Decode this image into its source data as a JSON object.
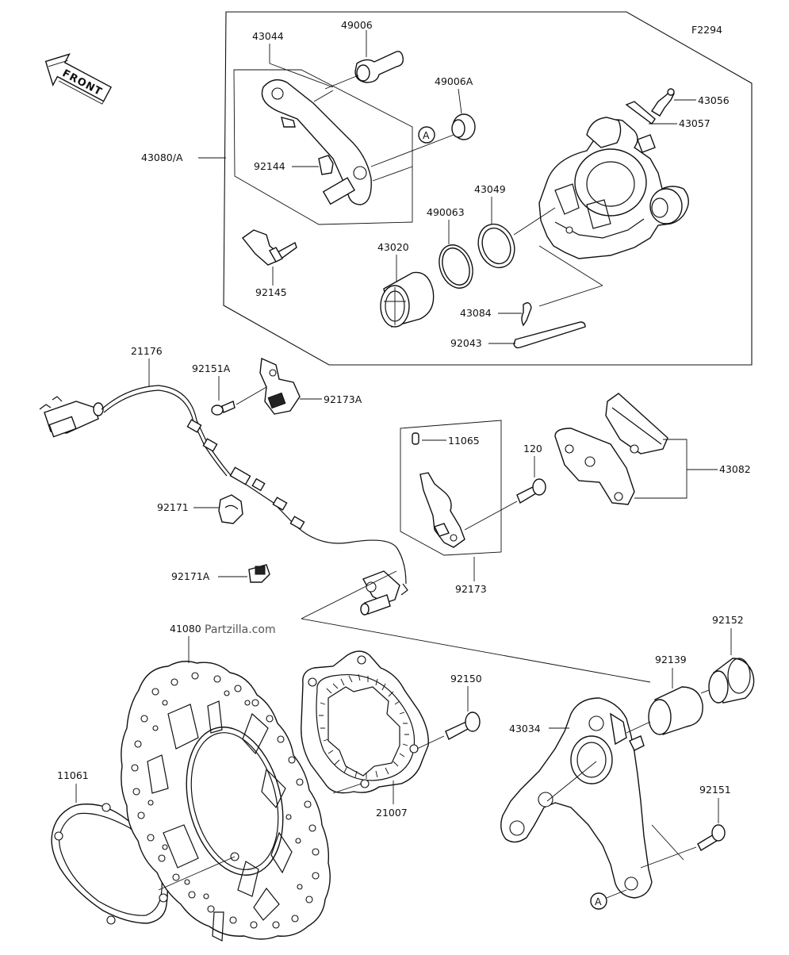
{
  "diagram_code": "F2294",
  "front_label": "FRONT",
  "watermark": "Partzilla.com",
  "parts": {
    "p43044": "43044",
    "p49006": "49006",
    "p49006A": "49006A",
    "p43056": "43056",
    "p43057": "43057",
    "p43080A": "43080/A",
    "p92144": "92144",
    "p43049": "43049",
    "p490063": "490063",
    "p43020": "43020",
    "p92145": "92145",
    "p43084": "43084",
    "p92043": "92043",
    "p21176": "21176",
    "p92151A": "92151A",
    "p92173A": "92173A",
    "p11065": "11065",
    "p120": "120",
    "p43082": "43082",
    "p92171": "92171",
    "p92171A": "92171A",
    "p92173": "92173",
    "p41080": "41080",
    "p92152": "92152",
    "p92139": "92139",
    "p92150": "92150",
    "p43034": "43034",
    "p11061": "11061",
    "p21007": "21007",
    "p92151": "92151"
  },
  "ref_marks": {
    "a_top": "A",
    "a_bottom": "A"
  }
}
